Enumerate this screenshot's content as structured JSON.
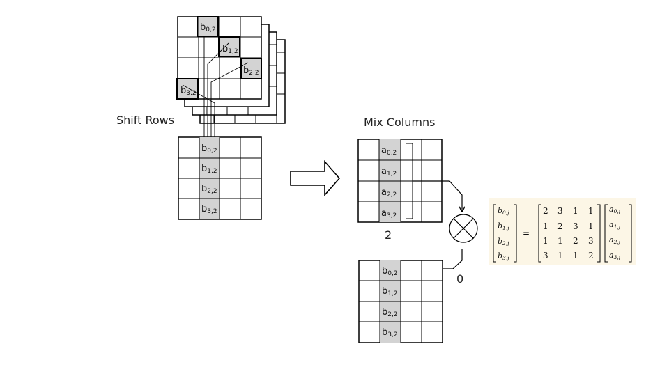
{
  "labels": {
    "shift_rows": "Shift Rows",
    "mix_columns": "Mix Columns",
    "column_index": "2",
    "output_index": "0"
  },
  "state_stack": {
    "cells": [
      {
        "base": "b",
        "sub": "0,2"
      },
      {
        "base": "b",
        "sub": "1,2"
      },
      {
        "base": "b",
        "sub": "2,2"
      },
      {
        "base": "b",
        "sub": "3,2"
      }
    ]
  },
  "shifted_state": {
    "cells": [
      {
        "base": "b",
        "sub": "0,2"
      },
      {
        "base": "b",
        "sub": "1,2"
      },
      {
        "base": "b",
        "sub": "2,2"
      },
      {
        "base": "b",
        "sub": "3,2"
      }
    ]
  },
  "mix_input": {
    "cells": [
      {
        "base": "a",
        "sub": "0,2"
      },
      {
        "base": "a",
        "sub": "1,2"
      },
      {
        "base": "a",
        "sub": "2,2"
      },
      {
        "base": "a",
        "sub": "3,2"
      }
    ]
  },
  "mix_output": {
    "cells": [
      {
        "base": "b",
        "sub": "0,2"
      },
      {
        "base": "b",
        "sub": "1,2"
      },
      {
        "base": "b",
        "sub": "2,2"
      },
      {
        "base": "b",
        "sub": "3,2"
      }
    ]
  },
  "equation": {
    "lhs": [
      {
        "base": "b",
        "sub": "0,j"
      },
      {
        "base": "b",
        "sub": "1,j"
      },
      {
        "base": "b",
        "sub": "2,j"
      },
      {
        "base": "b",
        "sub": "3,j"
      }
    ],
    "equals": "=",
    "matrix": [
      [
        "2",
        "3",
        "1",
        "1"
      ],
      [
        "1",
        "2",
        "3",
        "1"
      ],
      [
        "1",
        "1",
        "2",
        "3"
      ],
      [
        "3",
        "1",
        "1",
        "2"
      ]
    ],
    "rhs": [
      {
        "base": "a",
        "sub": "0,j"
      },
      {
        "base": "a",
        "sub": "1,j"
      },
      {
        "base": "a",
        "sub": "2,j"
      },
      {
        "base": "a",
        "sub": "3,j"
      }
    ]
  },
  "colors": {
    "highlight": "#d3d3d3",
    "equation_bg": "#fcf6e6",
    "stroke": "#000000"
  },
  "icons": {
    "big_arrow": "hollow-right-arrow-icon",
    "xor": "circled-times-icon"
  }
}
